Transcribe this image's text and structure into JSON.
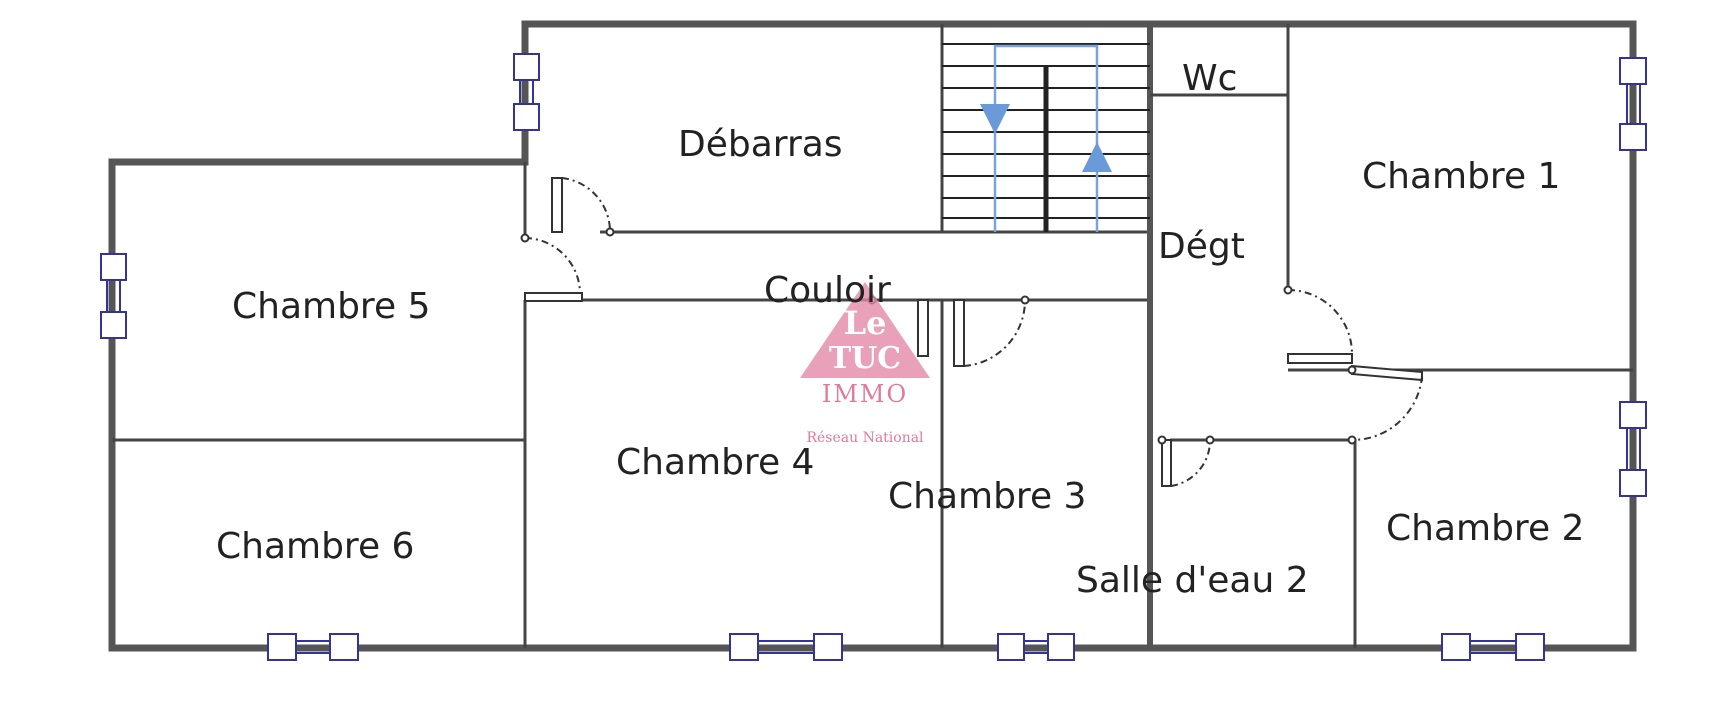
{
  "rooms": {
    "debarras": "Débarras",
    "wc": "Wc",
    "chambre1": "Chambre 1",
    "degt": "Dégt",
    "chambre5": "Chambre 5",
    "couloir": "Couloir",
    "chambre4": "Chambre 4",
    "chambre3": "Chambre 3",
    "chambre6": "Chambre 6",
    "chambre2": "Chambre 2",
    "salle_deau2": "Salle d'eau 2"
  },
  "watermark": {
    "line1": "Le",
    "line2": "TUC",
    "line3": "IMMO",
    "tagline": "Réseau National"
  },
  "colors": {
    "wall": "#555555",
    "window": "#333399",
    "stair_arrow": "#6b9ad8",
    "watermark": "#e28aa8"
  }
}
